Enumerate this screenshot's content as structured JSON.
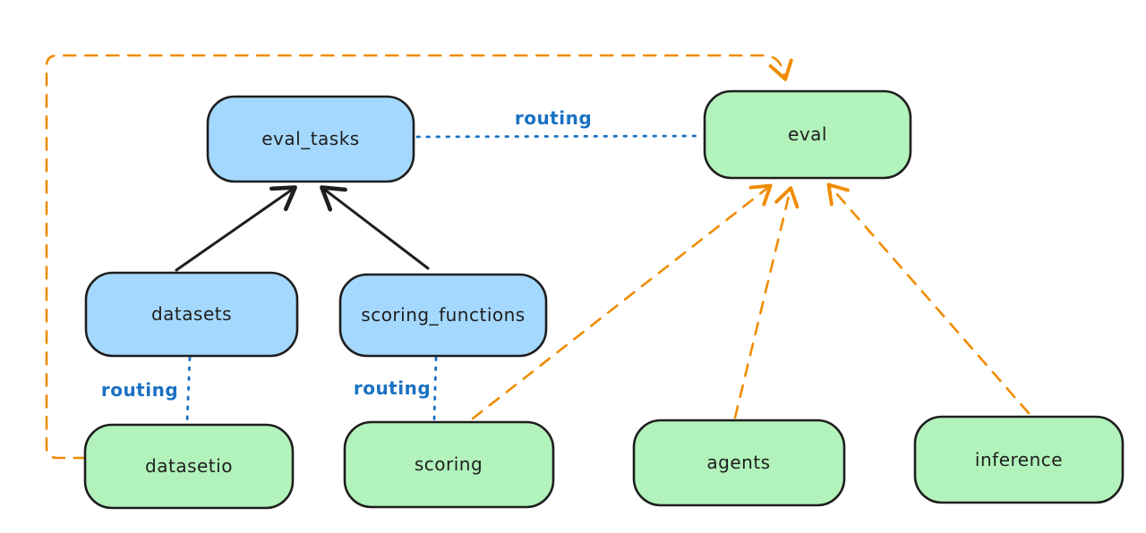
{
  "diagram": {
    "background": "#ffffff",
    "colors": {
      "node_stroke": "#1e1e1e",
      "api_node_fill_blue": "#a5d8ff",
      "provider_node_fill_green": "#b2f2bb",
      "routing_line_blue": "#1971c2",
      "provider_arrow_orange": "#f08c00",
      "dependency_arrow_black": "#1e1e1e"
    },
    "nodes": [
      {
        "id": "eval_tasks",
        "label": "eval_tasks",
        "kind": "api",
        "fill": "#a5d8ff"
      },
      {
        "id": "eval",
        "label": "eval",
        "kind": "provider",
        "fill": "#b2f2bb"
      },
      {
        "id": "datasets",
        "label": "datasets",
        "kind": "api",
        "fill": "#a5d8ff"
      },
      {
        "id": "scoring_functions",
        "label": "scoring_functions",
        "kind": "api",
        "fill": "#a5d8ff"
      },
      {
        "id": "datasetio",
        "label": "datasetio",
        "kind": "provider",
        "fill": "#b2f2bb"
      },
      {
        "id": "scoring",
        "label": "scoring",
        "kind": "provider",
        "fill": "#b2f2bb"
      },
      {
        "id": "agents",
        "label": "agents",
        "kind": "provider",
        "fill": "#b2f2bb"
      },
      {
        "id": "inference",
        "label": "inference",
        "kind": "provider",
        "fill": "#b2f2bb"
      }
    ],
    "edges": [
      {
        "from": "eval_tasks",
        "to": "eval",
        "style": "dotted-blue",
        "label": "routing"
      },
      {
        "from": "datasets",
        "to": "datasetio",
        "style": "dotted-blue",
        "label": "routing"
      },
      {
        "from": "scoring_functions",
        "to": "scoring",
        "style": "dotted-blue",
        "label": "routing"
      },
      {
        "from": "datasets",
        "to": "eval_tasks",
        "style": "solid-black-arrow",
        "label": ""
      },
      {
        "from": "scoring_functions",
        "to": "eval_tasks",
        "style": "solid-black-arrow",
        "label": ""
      },
      {
        "from": "datasetio",
        "to": "eval",
        "style": "dashed-orange-arrow",
        "label": ""
      },
      {
        "from": "scoring",
        "to": "eval",
        "style": "dashed-orange-arrow",
        "label": ""
      },
      {
        "from": "agents",
        "to": "eval",
        "style": "dashed-orange-arrow",
        "label": ""
      },
      {
        "from": "inference",
        "to": "eval",
        "style": "dashed-orange-arrow",
        "label": ""
      }
    ]
  }
}
